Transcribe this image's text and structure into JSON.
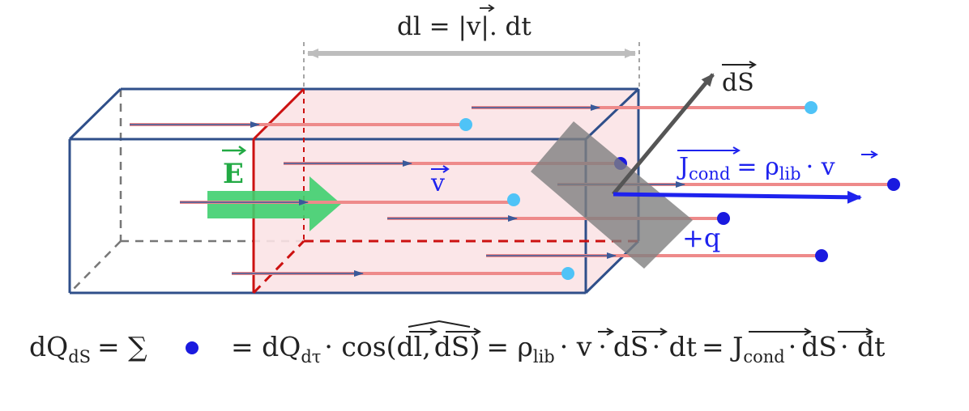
{
  "labels": {
    "dl_base": "dl = |",
    "dl_v": "v",
    "dl_tail": "|. dt",
    "dS": "dS",
    "E": "E",
    "v": "v",
    "jcond_base": "J",
    "jcond_sub": "cond",
    "eq_rho": "= ρ",
    "rho_sub": "lib",
    "dot_v": "· v",
    "charge": "+q"
  },
  "formula": {
    "dQ": "dQ",
    "dQ_sub": "dS",
    "eq_sum": "= ∑",
    "rhs1": "= dQ",
    "rhs1_sub": "dτ",
    "cos": "· cos(",
    "dl": "dl",
    "comma": ",",
    "dS": "dS",
    "close": ")",
    "eq_rho": "= ρ",
    "rho_sub": "lib",
    "dot_v": "· v",
    "dot": "·",
    "dot_dt": "· dt",
    "eq_J": "= J",
    "J_sub": "cond",
    "end_dt": "· dt"
  },
  "colors": {
    "box": "#2f4f8a",
    "box_hidden": "#777777",
    "volume_fill": "#fbe3e5",
    "volume_edge": "#cc1111",
    "velocity_arrow": "#ee8a8a",
    "velocity_core": "#3a5a9a",
    "charge_light": "#4fc3f7",
    "charge_dark": "#1a1adf",
    "field": "#3fcf6f",
    "field_label": "#22aa44",
    "surface": "#7f7f7f",
    "normal": "#555555",
    "current": "#1e22ee",
    "dimension": "#bdbdbd"
  }
}
